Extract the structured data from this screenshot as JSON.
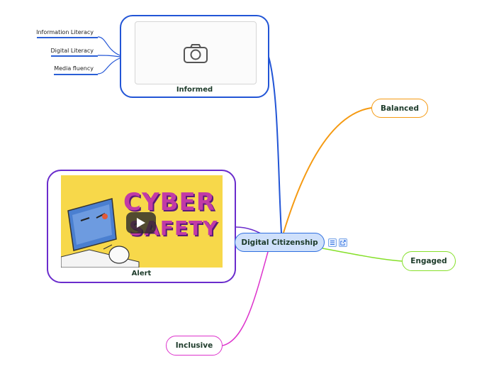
{
  "central": {
    "label": "Digital Citizenship"
  },
  "branches": {
    "informed": {
      "label": "Informed",
      "leaves": [
        "Information Literacy",
        "Digital Literacy",
        "Media fluency"
      ]
    },
    "balanced": {
      "label": "Balanced"
    },
    "engaged": {
      "label": "Engaged"
    },
    "alert": {
      "label": "Alert",
      "video_title_line1": "CYBER",
      "video_title_line2": "SAFETY"
    },
    "inclusive": {
      "label": "Inclusive"
    }
  },
  "colors": {
    "central_fill": "#cfe0fb",
    "central_border": "#2f6fe0",
    "informed": "#2255d6",
    "balanced": "#f59a12",
    "engaged": "#86e02a",
    "alert": "#6a2ccc",
    "inclusive": "#dd33cc"
  },
  "icons": [
    "camera-icon",
    "play-icon",
    "notes-icon",
    "external-link-icon"
  ]
}
